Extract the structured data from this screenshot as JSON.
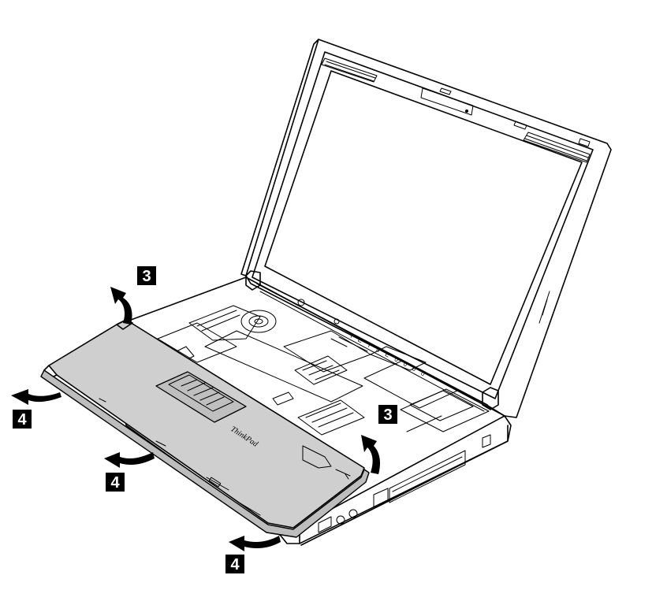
{
  "figure": {
    "callouts": [
      {
        "id": "c1",
        "label": "3"
      },
      {
        "id": "c2",
        "label": "3"
      },
      {
        "id": "c3",
        "label": "4"
      },
      {
        "id": "c4",
        "label": "4"
      },
      {
        "id": "c5",
        "label": "4"
      }
    ],
    "panel_text": "ThinkPad",
    "colors": {
      "outline": "#000000",
      "palmrest": "#cfcfcf",
      "background": "#ffffff",
      "callout_bg": "#000000",
      "callout_fg": "#ffffff"
    }
  }
}
